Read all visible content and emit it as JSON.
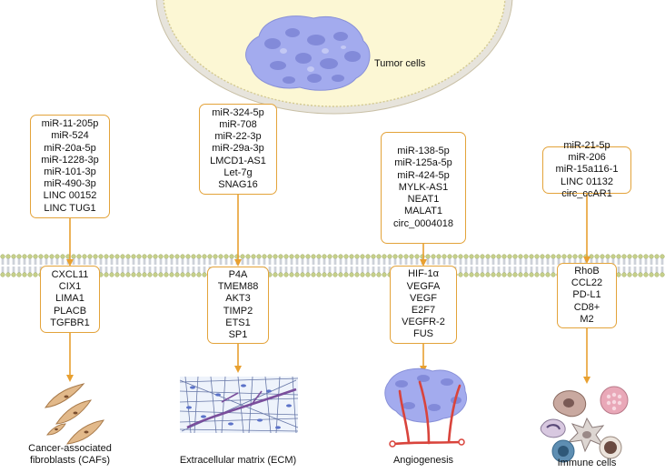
{
  "tumor_label": "Tumor cells",
  "columns": [
    {
      "key": "cafs",
      "regulators": [
        "miR-11-205p",
        "miR-524",
        "miR-20a-5p",
        "miR-1228-3p",
        "miR-101-3p",
        "miR-490-3p",
        "LINC 00152",
        "LINC TUG1"
      ],
      "targets": [
        "CXCL11",
        "CIX1",
        "LIMA1",
        "PLACB",
        "TGFBR1"
      ],
      "caption": [
        "Cancer-associated",
        "fibroblasts (CAFs)"
      ]
    },
    {
      "key": "ecm",
      "regulators": [
        "miR-324-5p",
        "miR-708",
        "miR-22-3p",
        "miR-29a-3p",
        "LMCD1-AS1",
        "Let-7g",
        "SNAG16"
      ],
      "targets": [
        "P4A",
        "TMEM88",
        "AKT3",
        "TIMP2",
        "ETS1",
        "SP1"
      ],
      "caption": [
        "Extracellular matrix (ECM)"
      ]
    },
    {
      "key": "angiogenesis",
      "regulators": [
        "miR-138-5p",
        "miR-125a-5p",
        "miR-424-5p",
        "MYLK-AS1",
        "NEAT1",
        "MALAT1",
        "circ_0004018"
      ],
      "targets": [
        "HIF-1α",
        "VEGFA",
        "VEGF",
        "E2F7",
        "VEGFR-2",
        "FUS"
      ],
      "caption": [
        "Angiogenesis"
      ]
    },
    {
      "key": "immune",
      "regulators": [
        "miR-21-5p",
        "miR-206",
        "miR-15a116-1",
        "LINC 01132",
        "circ_ccAR1"
      ],
      "targets": [
        "RhoB",
        "CCL22",
        "PD-L1",
        "CD8+",
        "M2"
      ],
      "caption": [
        "Immune cells"
      ]
    }
  ],
  "colors": {
    "box_border": "#e3a33a",
    "arrow": "#e8a030",
    "membrane_head": "#c6d08a",
    "membrane_tail": "#c7ccd4",
    "cell_fill": "#fcf7d4",
    "tumor": "#9ea7ec",
    "fibroblast": "#e2b98a",
    "vessel": "#d9443c",
    "ecm_fiber": "#7a4e9c"
  },
  "icons": [
    "tumor-cluster-icon",
    "fibroblast-icon",
    "ecm-mesh-icon",
    "tumor-vessel-icon",
    "immune-cells-icon"
  ]
}
